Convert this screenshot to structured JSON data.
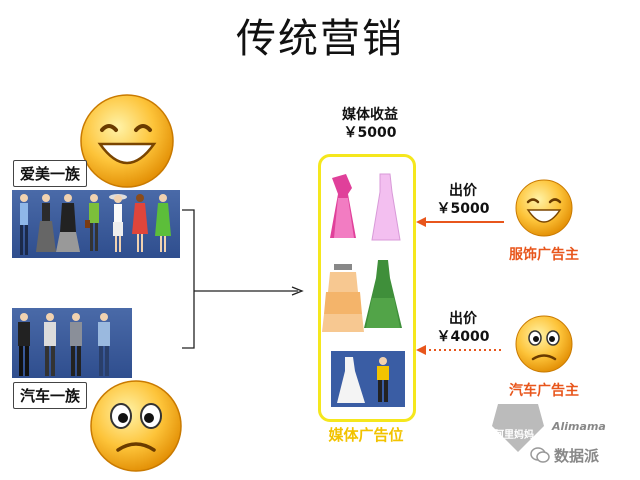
{
  "title": "传统营销",
  "groups": {
    "beauty": {
      "label": "爱美一族"
    },
    "car": {
      "label": "汽车一族"
    }
  },
  "media": {
    "revenue_label": "媒体收益",
    "revenue_value": "￥5000",
    "slot_label": "媒体广告位"
  },
  "advertisers": {
    "apparel": {
      "bid_label": "出价",
      "bid_value": "￥5000",
      "name": "服饰广告主"
    },
    "car": {
      "bid_label": "出价",
      "bid_value": "￥4000",
      "name": "汽车广告主"
    }
  },
  "watermark": {
    "logo_left": "阿里妈妈",
    "logo_right": "Alimama",
    "wechat": "数据派"
  },
  "colors": {
    "accent": "#e8561c",
    "ad_box": "#f5e71d",
    "panel": "#3a5da4",
    "face": "#f7b500"
  },
  "icons": [
    "happy-face-icon",
    "worried-face-icon",
    "arrow-icon",
    "wechat-icon"
  ]
}
